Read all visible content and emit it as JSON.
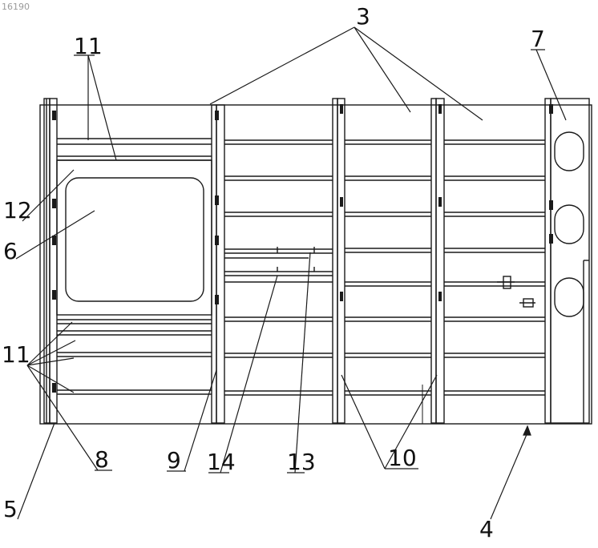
{
  "figure": {
    "doc_number": "16190",
    "callouts": {
      "c3": "3",
      "c7": "7",
      "c11_top": "11",
      "c12": "12",
      "c6": "6",
      "c11_bottom": "11",
      "c8": "8",
      "c5": "5",
      "c9": "9",
      "c14": "14",
      "c13": "13",
      "c10": "10",
      "c4": "4"
    }
  }
}
